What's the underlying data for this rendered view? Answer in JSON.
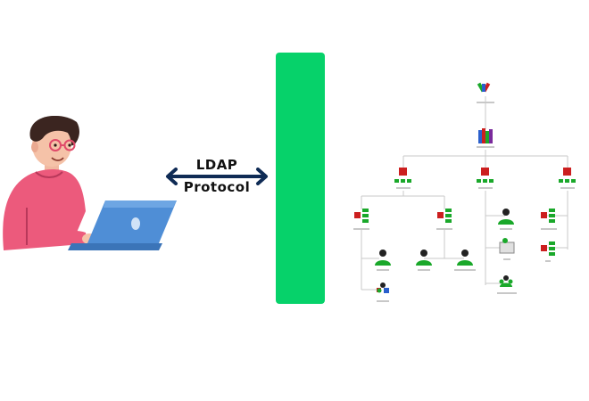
{
  "protocol": {
    "line1": "LDAP",
    "line2": "Protocol"
  },
  "colors": {
    "server_bar": "#06d26a",
    "shirt": "#ec5a7c",
    "laptop": "#4f8ed6",
    "arrow": "#0f2b55",
    "user_node": "#1aa82a",
    "group_node": "#cc1f1f"
  },
  "icons": [
    "person-at-laptop-illustration",
    "double-arrow-icon",
    "directory-root-icon",
    "directory-books-icon",
    "organizational-unit-icon",
    "user-icon",
    "computer-icon",
    "group-icon"
  ]
}
